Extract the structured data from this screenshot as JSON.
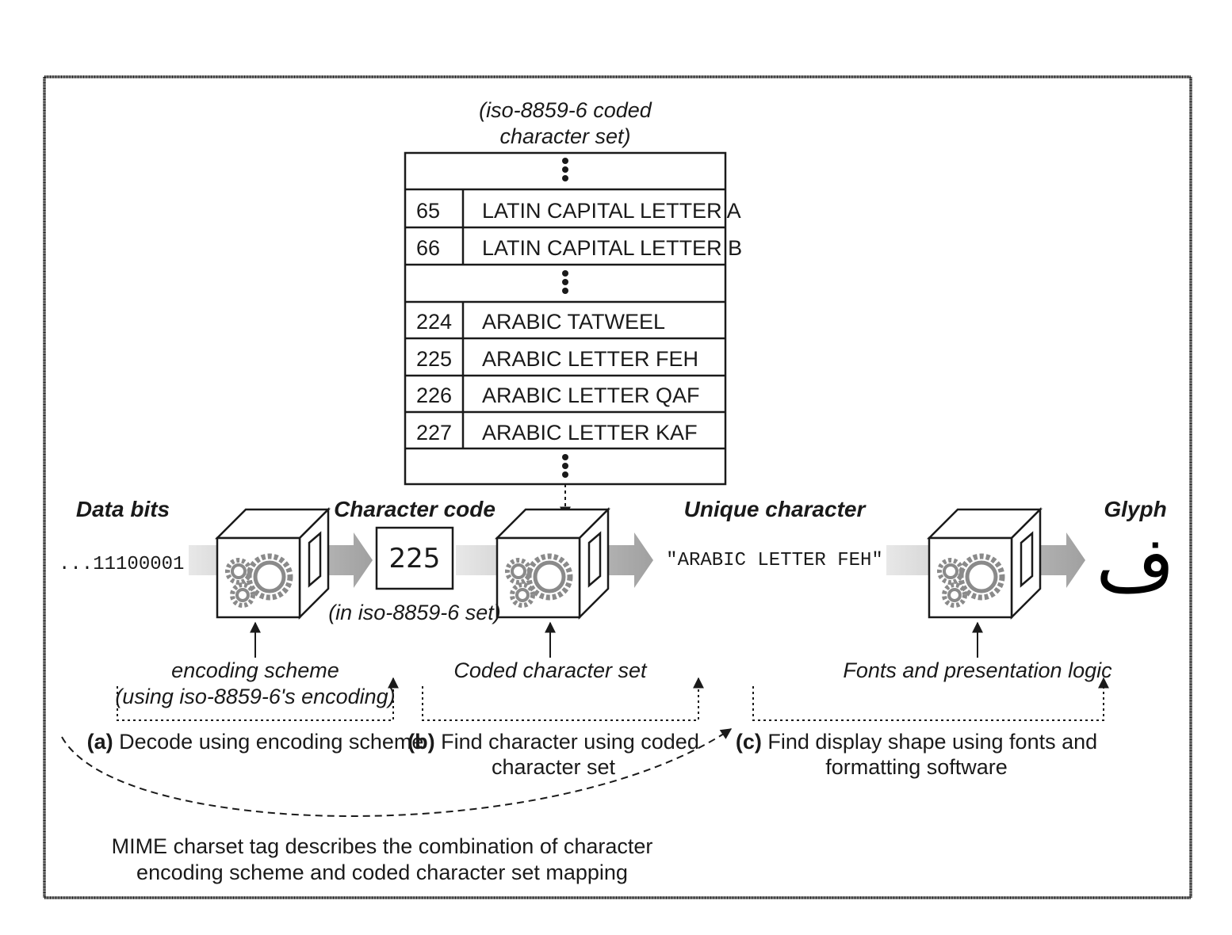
{
  "table": {
    "caption_lines": [
      "(iso-8859-6 coded",
      "character set)"
    ],
    "rows": [
      {
        "code": "65",
        "name": "LATIN CAPITAL LETTER A"
      },
      {
        "code": "66",
        "name": "LATIN CAPITAL LETTER B"
      },
      {
        "code": "224",
        "name": "ARABIC TATWEEL"
      },
      {
        "code": "225",
        "name": "ARABIC LETTER FEH"
      },
      {
        "code": "226",
        "name": "ARABIC LETTER QAF"
      },
      {
        "code": "227",
        "name": "ARABIC LETTER KAF"
      }
    ]
  },
  "flow": {
    "data_bits_heading": "Data bits",
    "data_bits_value": "...11100001",
    "char_code_heading": "Character code",
    "char_code_value": "225",
    "char_code_note": "(in iso-8859-6 set)",
    "unique_char_heading": "Unique character",
    "unique_char_value": "\"ARABIC LETTER FEH\"",
    "glyph_heading": "Glyph",
    "glyph_value": "ف"
  },
  "inputs": {
    "encoding_lines": [
      "encoding scheme",
      "(using iso-8859-6's encoding)"
    ],
    "coded_set": "Coded character set",
    "fonts": "Fonts and presentation logic"
  },
  "steps": {
    "a": {
      "marker": "(a)",
      "text": "Decode using encoding scheme"
    },
    "b": {
      "marker": "(b)",
      "text_line1": "Find character using coded",
      "text_line2": "character set"
    },
    "c": {
      "marker": "(c)",
      "text_line1": "Find display shape using fonts and",
      "text_line2": "formatting software"
    }
  },
  "footer_lines": [
    "MIME charset tag describes the combination of character",
    "encoding scheme and coded character set mapping"
  ]
}
